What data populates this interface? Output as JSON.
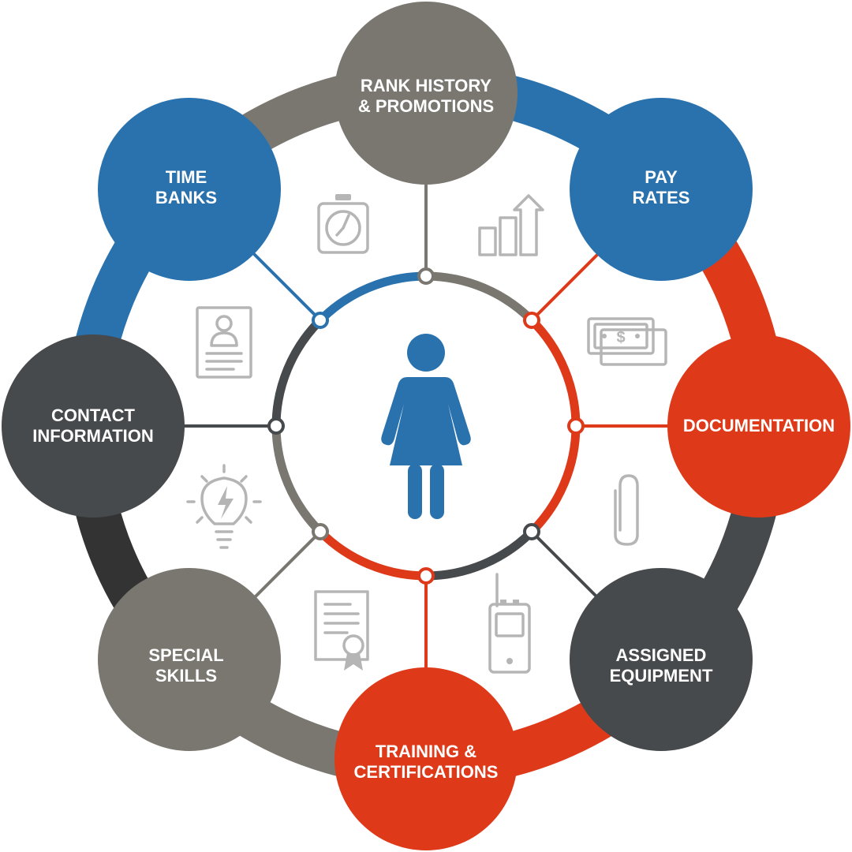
{
  "colors": {
    "blue": "#2a72ae",
    "gray": "#7a7670",
    "red": "#de3a1a",
    "dark": "#464a4c",
    "icon": "#b5b5b5",
    "person": "#2a72ae"
  },
  "nodes": [
    {
      "id": "rank-history",
      "line1": "RANK HISTORY",
      "line2": "& PROMOTIONS"
    },
    {
      "id": "pay-rates",
      "line1": "PAY",
      "line2": "RATES"
    },
    {
      "id": "documentation",
      "line1": "DOCUMENTATION",
      "line2": ""
    },
    {
      "id": "assigned-equipment",
      "line1": "ASSIGNED",
      "line2": "EQUIPMENT"
    },
    {
      "id": "training",
      "line1": "TRAINING &",
      "line2": "CERTIFICATIONS"
    },
    {
      "id": "special-skills",
      "line1": "SPECIAL",
      "line2": "SKILLS"
    },
    {
      "id": "contact-information",
      "line1": "CONTACT",
      "line2": "INFORMATION"
    },
    {
      "id": "time-banks",
      "line1": "TIME",
      "line2": "BANKS"
    }
  ],
  "icons": [
    "stopwatch-icon",
    "bar-chart-icon",
    "money-icon",
    "paperclip-icon",
    "radio-icon",
    "certificate-icon",
    "lightbulb-icon",
    "profile-card-icon"
  ],
  "center_icon": "person-icon"
}
